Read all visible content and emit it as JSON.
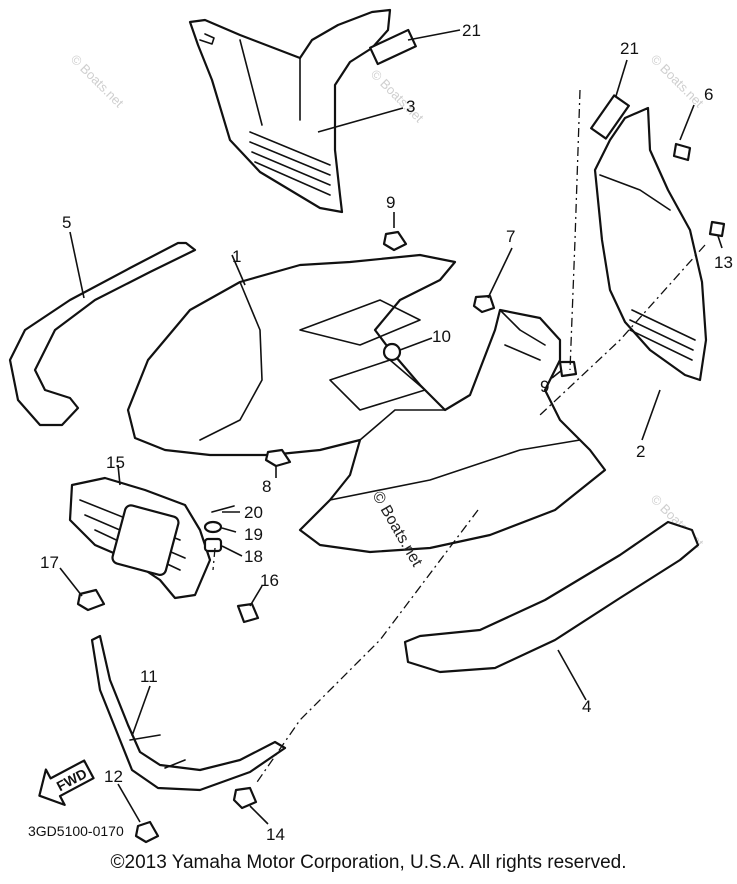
{
  "diagram": {
    "part_numbers": {
      "p1": "1",
      "p2": "2",
      "p3": "3",
      "p4": "4",
      "p5": "5",
      "p6": "6",
      "p7": "7",
      "p8": "8",
      "p9a": "9",
      "p9b": "9",
      "p10": "10",
      "p11": "11",
      "p12": "12",
      "p13": "13",
      "p14": "14",
      "p15": "15",
      "p16": "16",
      "p17": "17",
      "p18": "18",
      "p19": "19",
      "p20": "20",
      "p21a": "21",
      "p21b": "21"
    },
    "fwd_label": "FWD",
    "drawing_code": "3GD5100-0170",
    "watermark": "© Boats.net"
  },
  "footer": {
    "copyright": "©2013 Yamaha Motor Corporation, U.S.A. All rights reserved."
  }
}
